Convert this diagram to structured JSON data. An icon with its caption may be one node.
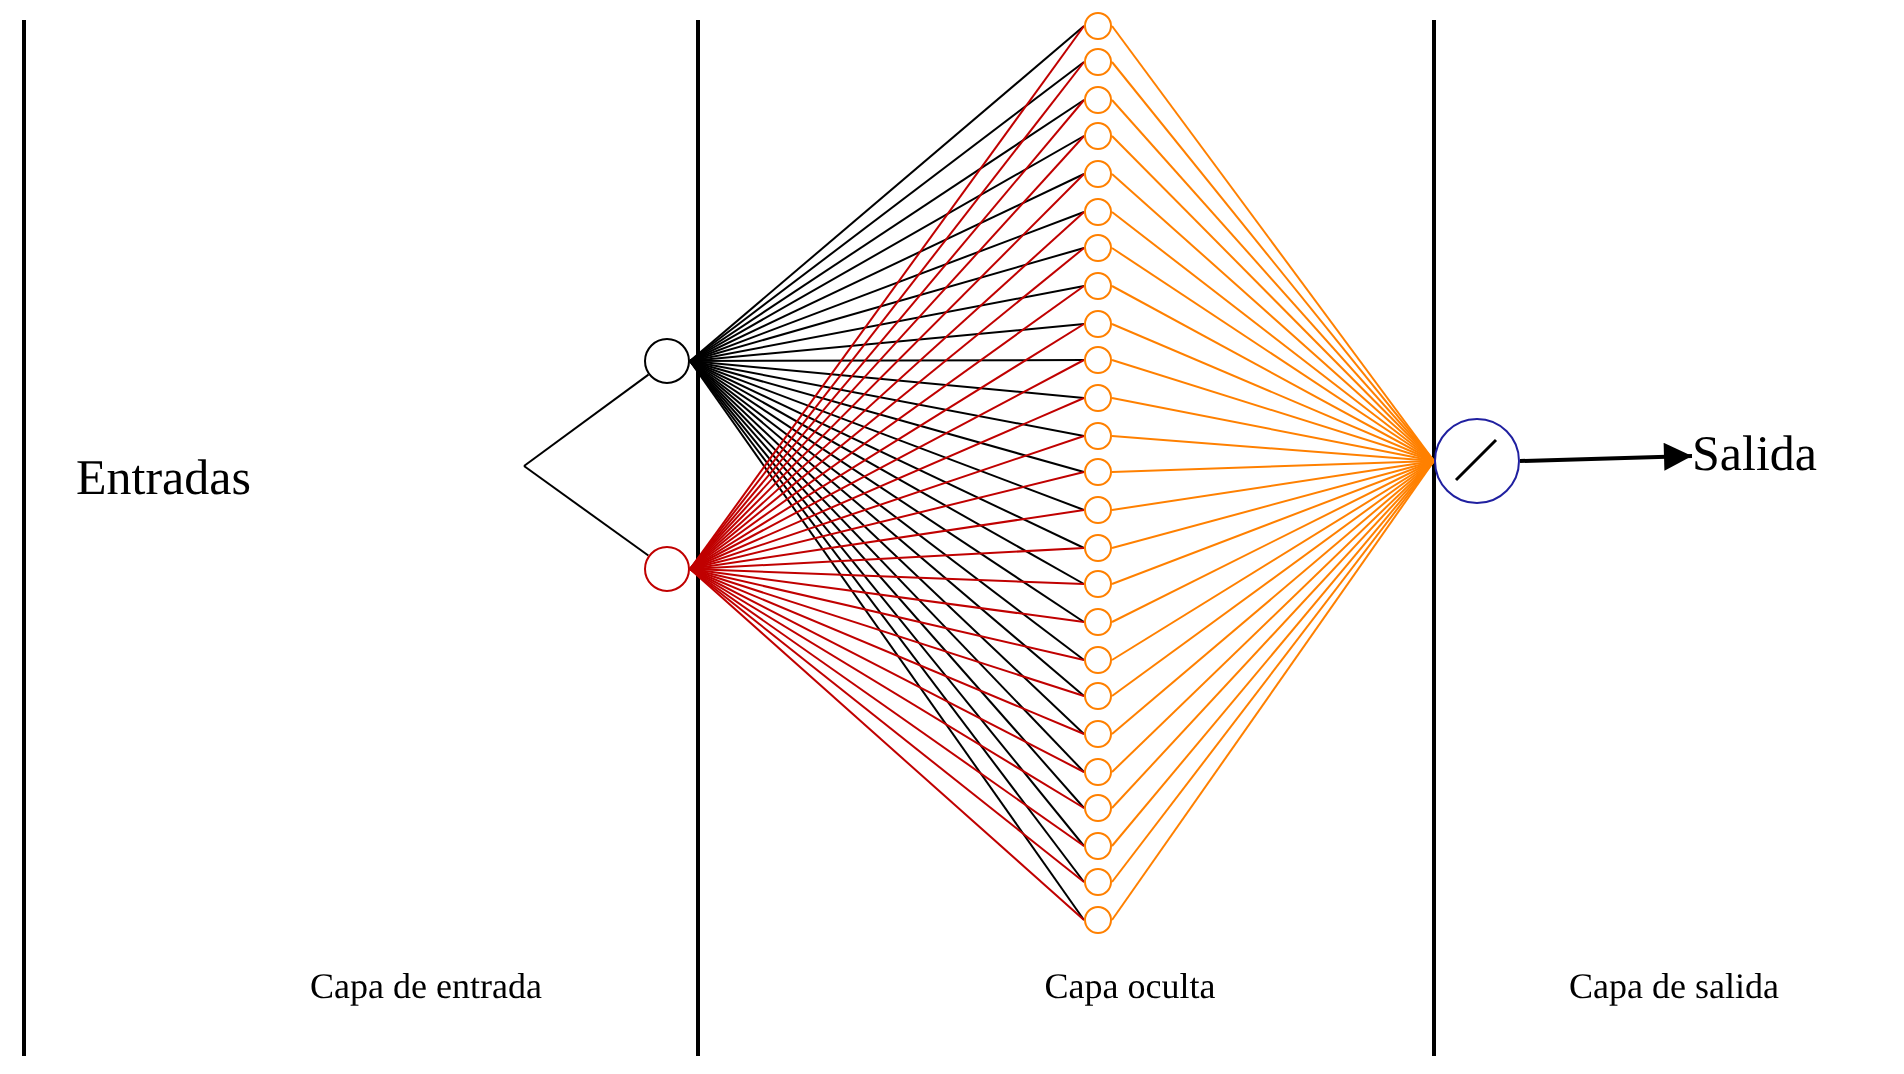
{
  "diagram": {
    "nodes": [
      {
        "text": [
          "Entradas"
        ]
      },
      {
        "text": [],
        "shape": "circle"
      },
      {
        "text": [],
        "shape": "circle"
      },
      {
        "text": [],
        "shape": "circle"
      },
      {
        "text": [],
        "shape": "circle"
      },
      {
        "text": [],
        "shape": "circle"
      },
      {
        "text": [],
        "shape": "circle"
      },
      {
        "text": [],
        "shape": "circle"
      },
      {
        "text": [],
        "shape": "circle"
      },
      {
        "text": [],
        "shape": "circle"
      },
      {
        "text": [],
        "shape": "circle"
      },
      {
        "text": [],
        "shape": "circle"
      },
      {
        "text": [],
        "shape": "circle"
      },
      {
        "text": [],
        "shape": "circle"
      },
      {
        "text": [],
        "shape": "circle"
      },
      {
        "text": [],
        "shape": "circle"
      },
      {
        "text": [],
        "shape": "circle"
      },
      {
        "text": [],
        "shape": "circle"
      },
      {
        "text": [],
        "shape": "circle"
      },
      {
        "text": [],
        "shape": "circle"
      },
      {
        "text": [],
        "shape": "circle"
      },
      {
        "text": [],
        "shape": "circle"
      },
      {
        "text": [],
        "shape": "circle"
      },
      {
        "text": [],
        "shape": "circle"
      },
      {
        "text": [],
        "shape": "circle"
      },
      {
        "text": [],
        "shape": "circle"
      },
      {
        "text": [],
        "shape": "circle"
      },
      {
        "text": [],
        "shape": "circle"
      },
      {
        "text": [],
        "shape": "circle"
      },
      {
        "text": [
          "Salida"
        ]
      }
    ],
    "edges": [
      {
        "from": null,
        "to": 1,
        "arrow": "none"
      },
      {
        "from": null,
        "to": 2,
        "arrow": "none"
      },
      {
        "from": 1,
        "to": 3,
        "arrow": "none"
      },
      {
        "from": 1,
        "to": 4,
        "arrow": "none"
      },
      {
        "from": 1,
        "to": 5,
        "arrow": "none"
      },
      {
        "from": 1,
        "to": 6,
        "arrow": "none"
      },
      {
        "from": 1,
        "to": 7,
        "arrow": "none"
      },
      {
        "from": 1,
        "to": 8,
        "arrow": "none"
      },
      {
        "from": 1,
        "to": 9,
        "arrow": "none"
      },
      {
        "from": 1,
        "to": 10,
        "arrow": "none"
      },
      {
        "from": 1,
        "to": 11,
        "arrow": "none"
      },
      {
        "from": 1,
        "to": 12,
        "arrow": "none"
      },
      {
        "from": 1,
        "to": 13,
        "arrow": "none"
      },
      {
        "from": 1,
        "to": 14,
        "arrow": "none"
      },
      {
        "from": 1,
        "to": 15,
        "arrow": "none"
      },
      {
        "from": 1,
        "to": 16,
        "arrow": "none"
      },
      {
        "from": 1,
        "to": 17,
        "arrow": "none"
      },
      {
        "from": 1,
        "to": 18,
        "arrow": "none"
      },
      {
        "from": 1,
        "to": 19,
        "arrow": "none"
      },
      {
        "from": 1,
        "to": 20,
        "arrow": "none"
      },
      {
        "from": 1,
        "to": 21,
        "arrow": "none"
      },
      {
        "from": 1,
        "to": 22,
        "arrow": "none"
      },
      {
        "from": 1,
        "to": 23,
        "arrow": "none"
      },
      {
        "from": 1,
        "to": 24,
        "arrow": "none"
      },
      {
        "from": 1,
        "to": 25,
        "arrow": "none"
      },
      {
        "from": 1,
        "to": 26,
        "arrow": "none"
      },
      {
        "from": 1,
        "to": 27,
        "arrow": "none"
      },
      {
        "from": 2,
        "to": 3,
        "arrow": "none",
        "color": "#c00000"
      },
      {
        "from": 2,
        "to": 4,
        "arrow": "none",
        "color": "#c00000"
      },
      {
        "from": 2,
        "to": 5,
        "arrow": "none",
        "color": "#c00000"
      },
      {
        "from": 2,
        "to": 6,
        "arrow": "none",
        "color": "#c00000"
      },
      {
        "from": 2,
        "to": 7,
        "arrow": "none",
        "color": "#c00000"
      },
      {
        "from": 2,
        "to": 8,
        "arrow": "none",
        "color": "#c00000"
      },
      {
        "from": 2,
        "to": 9,
        "arrow": "none",
        "color": "#c00000"
      },
      {
        "from": 2,
        "to": 10,
        "arrow": "none",
        "color": "#c00000"
      },
      {
        "from": 2,
        "to": 11,
        "arrow": "none",
        "color": "#c00000"
      },
      {
        "from": 2,
        "to": 12,
        "arrow": "none",
        "color": "#c00000"
      },
      {
        "from": 2,
        "to": 13,
        "arrow": "none",
        "color": "#c00000"
      },
      {
        "from": 2,
        "to": 14,
        "arrow": "none",
        "color": "#c00000"
      },
      {
        "from": 2,
        "to": 15,
        "arrow": "none",
        "color": "#c00000"
      },
      {
        "from": 2,
        "to": 16,
        "arrow": "none",
        "color": "#c00000"
      },
      {
        "from": 2,
        "to": 17,
        "arrow": "none",
        "color": "#c00000"
      },
      {
        "from": 2,
        "to": 18,
        "arrow": "none",
        "color": "#c00000"
      },
      {
        "from": 2,
        "to": 19,
        "arrow": "none",
        "color": "#c00000"
      },
      {
        "from": 2,
        "to": 20,
        "arrow": "none",
        "color": "#c00000"
      },
      {
        "from": 2,
        "to": 21,
        "arrow": "none",
        "color": "#c00000"
      },
      {
        "from": 2,
        "to": 22,
        "arrow": "none",
        "color": "#c00000"
      },
      {
        "from": 2,
        "to": 23,
        "arrow": "none",
        "color": "#c00000"
      },
      {
        "from": 2,
        "to": 24,
        "arrow": "none",
        "color": "#c00000"
      },
      {
        "from": 2,
        "to": 25,
        "arrow": "none",
        "color": "#c00000"
      },
      {
        "from": 2,
        "to": 26,
        "arrow": "none",
        "color": "#c00000"
      },
      {
        "from": 2,
        "to": 27,
        "arrow": "none",
        "color": "#c00000"
      },
      {
        "from": 3,
        "to": 28,
        "arrow": "none",
        "color": "#ff8000"
      },
      {
        "from": 4,
        "to": 28,
        "arrow": "none",
        "color": "#ff8000"
      },
      {
        "from": 5,
        "to": 28,
        "arrow": "none",
        "color": "#ff8000"
      },
      {
        "from": 6,
        "to": 28,
        "arrow": "none",
        "color": "#ff8000"
      },
      {
        "from": 7,
        "to": 28,
        "arrow": "none",
        "color": "#ff8000"
      },
      {
        "from": 8,
        "to": 28,
        "arrow": "none",
        "color": "#ff8000"
      },
      {
        "from": 9,
        "to": 28,
        "arrow": "none",
        "color": "#ff8000"
      },
      {
        "from": 10,
        "to": 28,
        "arrow": "none",
        "color": "#ff8000"
      },
      {
        "from": 11,
        "to": 28,
        "arrow": "none",
        "color": "#ff8000"
      },
      {
        "from": 12,
        "to": 28,
        "arrow": "none",
        "color": "#ff8000"
      },
      {
        "from": 13,
        "to": 28,
        "arrow": "none",
        "color": "#ff8000"
      },
      {
        "from": 14,
        "to": 28,
        "arrow": "none",
        "color": "#ff8000"
      },
      {
        "from": 15,
        "to": 28,
        "arrow": "none",
        "color": "#ff8000"
      },
      {
        "from": 16,
        "to": 28,
        "arrow": "none",
        "color": "#ff8000"
      },
      {
        "from": 17,
        "to": 28,
        "arrow": "none",
        "color": "#ff8000"
      },
      {
        "from": 18,
        "to": 28,
        "arrow": "none",
        "color": "#ff8000"
      },
      {
        "from": 19,
        "to": 28,
        "arrow": "none",
        "color": "#ff8000"
      },
      {
        "from": 20,
        "to": 28,
        "arrow": "none",
        "color": "#ff8000"
      },
      {
        "from": 21,
        "to": 28,
        "arrow": "none",
        "color": "#ff8000"
      },
      {
        "from": 22,
        "to": 28,
        "arrow": "none",
        "color": "#ff8000"
      },
      {
        "from": 23,
        "to": 28,
        "arrow": "none",
        "color": "#ff8000"
      },
      {
        "from": 24,
        "to": 28,
        "arrow": "none",
        "color": "#ff8000"
      },
      {
        "from": 25,
        "to": 28,
        "arrow": "none",
        "color": "#ff8000"
      },
      {
        "from": 26,
        "to": 28,
        "arrow": "none",
        "color": "#ff8000"
      },
      {
        "from": 27,
        "to": 28,
        "arrow": "none",
        "color": "#ff8000"
      },
      {
        "from": 28,
        "to": 29,
        "arrow": "to"
      }
    ],
    "labels": [
      "Capa de entrada",
      "Capa oculta",
      "Capa de salida"
    ]
  }
}
